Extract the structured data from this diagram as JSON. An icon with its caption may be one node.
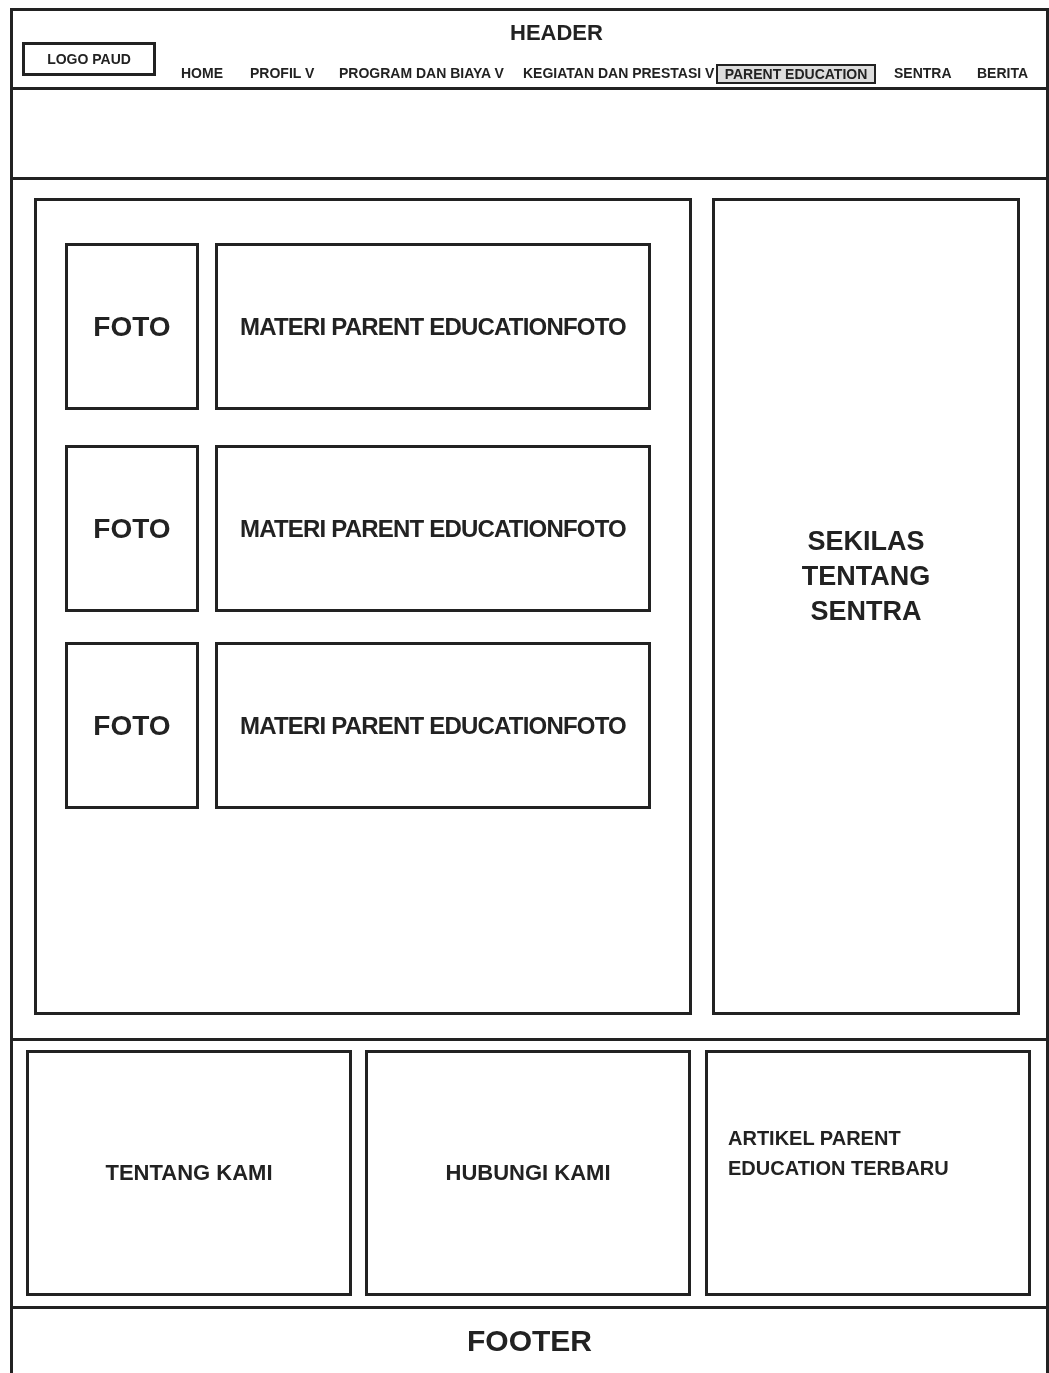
{
  "diagram": {
    "nodes": [
      {
        "text": [
          "HEADER"
        ]
      },
      {
        "text": [
          "LOGO PAUD"
        ],
        "in": 0
      },
      {
        "text": [
          "PARENT EDUCATION"
        ],
        "in": 0
      },
      {
        "text": [],
        "shape": "box"
      },
      {
        "text": [],
        "shape": "box"
      },
      {
        "text": [
          "FOTO"
        ],
        "in": 4
      },
      {
        "text": [
          "MATERI PARENT EDUCATIONFOTO"
        ],
        "in": 4
      },
      {
        "text": [
          "FOTO"
        ],
        "in": 4
      },
      {
        "text": [
          "MATERI PARENT EDUCATIONFOTO"
        ],
        "in": 4
      },
      {
        "text": [
          "FOTO"
        ],
        "in": 4
      },
      {
        "text": [
          "MATERI PARENT EDUCATIONFOTO"
        ],
        "in": 4
      },
      {
        "text": [
          "SEKILAS TENTANG SENTRA"
        ]
      },
      {
        "text": [
          "TENTANG KAMI"
        ]
      },
      {
        "text": [
          "HUBUNGI KAMI"
        ]
      },
      {
        "text": [
          "ARTIKEL PARENT EDUCATION TERBARU"
        ]
      },
      {
        "text": [
          "FOOTER"
        ]
      }
    ],
    "edges": [],
    "labels": [
      "HOME",
      "PROFIL V",
      "PROGRAM DAN BIAYA V",
      "KEGIATAN DAN PRESTASI V",
      "SENTRA",
      "BERITA"
    ]
  }
}
